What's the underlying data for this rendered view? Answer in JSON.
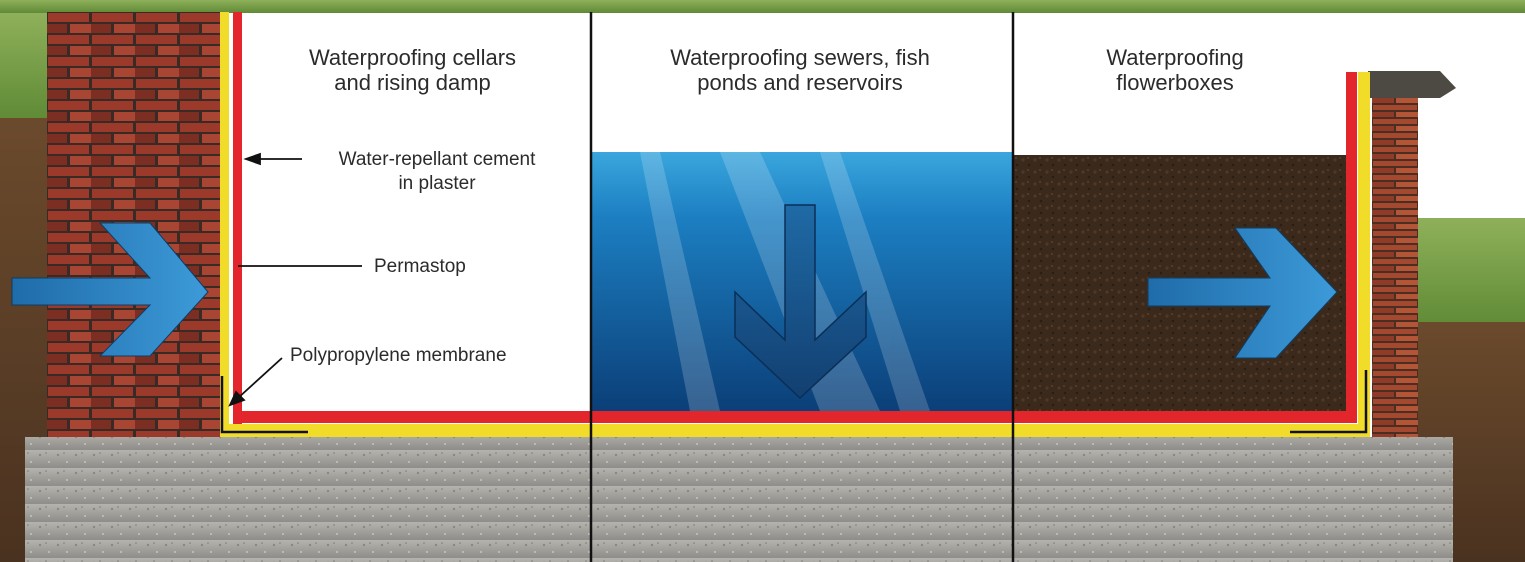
{
  "panels": [
    {
      "title_line1": "Waterproofing cellars",
      "title_line2": "and rising damp"
    },
    {
      "title_line1": "Waterproofing sewers, fish",
      "title_line2": "ponds and reservoirs"
    },
    {
      "title_line1": "Waterproofing",
      "title_line2": "flowerboxes"
    }
  ],
  "callouts": {
    "cement_line1": "Water-repellant cement",
    "cement_line2": "in plaster",
    "permastop": "Permastop",
    "membrane": "Polypropylene membrane"
  },
  "colors": {
    "permastop_red": "#e3262b",
    "membrane_yellow": "#f2dc2a",
    "water_blue": "#1c7fc2",
    "arrow_blue": "#2a86c4",
    "soil_brown": "#3b2a1c",
    "concrete_grey": "#a6a4a0",
    "brick_red": "#9b3a2a"
  }
}
